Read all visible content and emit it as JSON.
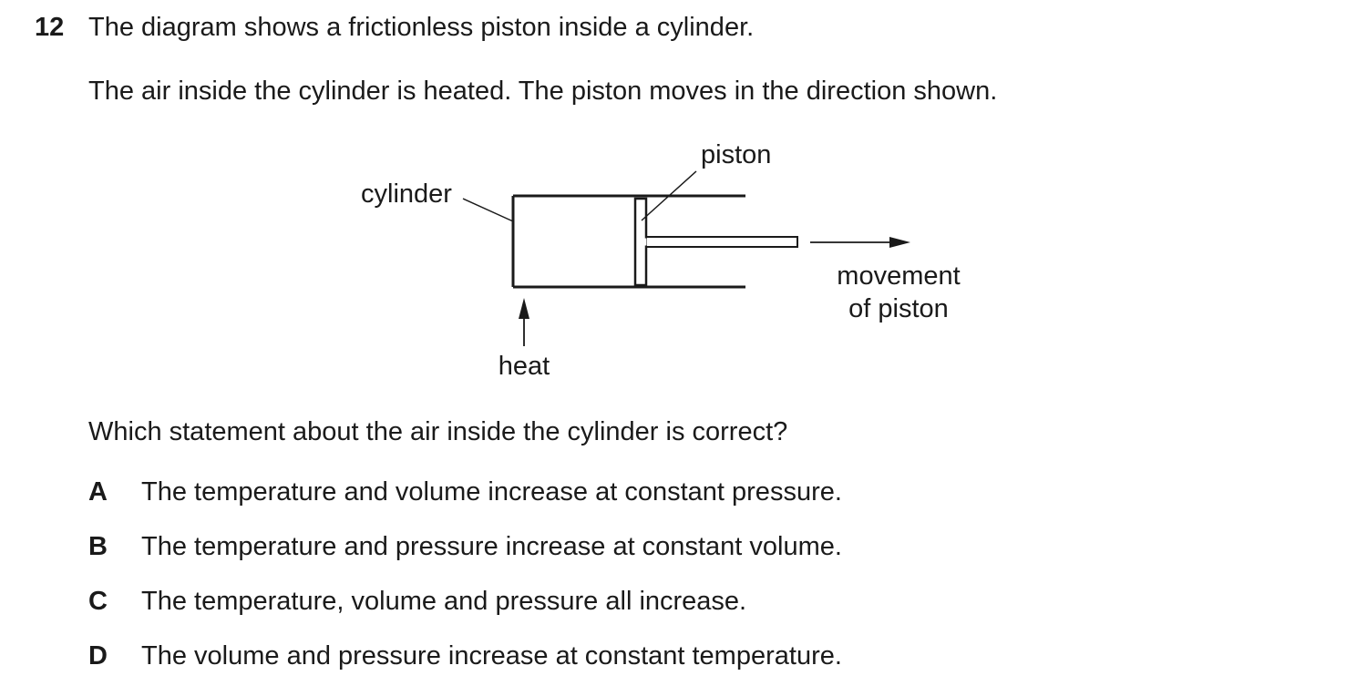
{
  "question": {
    "number": "12",
    "intro_line_1": "The diagram shows a frictionless piston inside a cylinder.",
    "intro_line_2": "The air inside the cylinder is heated. The piston moves in the direction shown.",
    "prompt": "Which statement about the air inside the cylinder is correct?"
  },
  "diagram": {
    "label_piston": "piston",
    "label_cylinder": "cylinder",
    "label_movement_line1": "movement",
    "label_movement_line2": "of piston",
    "label_heat": "heat"
  },
  "options": [
    {
      "letter": "A",
      "text": "The temperature and volume increase at constant pressure."
    },
    {
      "letter": "B",
      "text": "The temperature and pressure increase at constant volume."
    },
    {
      "letter": "C",
      "text": "The temperature, volume and pressure all increase."
    },
    {
      "letter": "D",
      "text": "The volume and pressure increase at constant temperature."
    }
  ]
}
